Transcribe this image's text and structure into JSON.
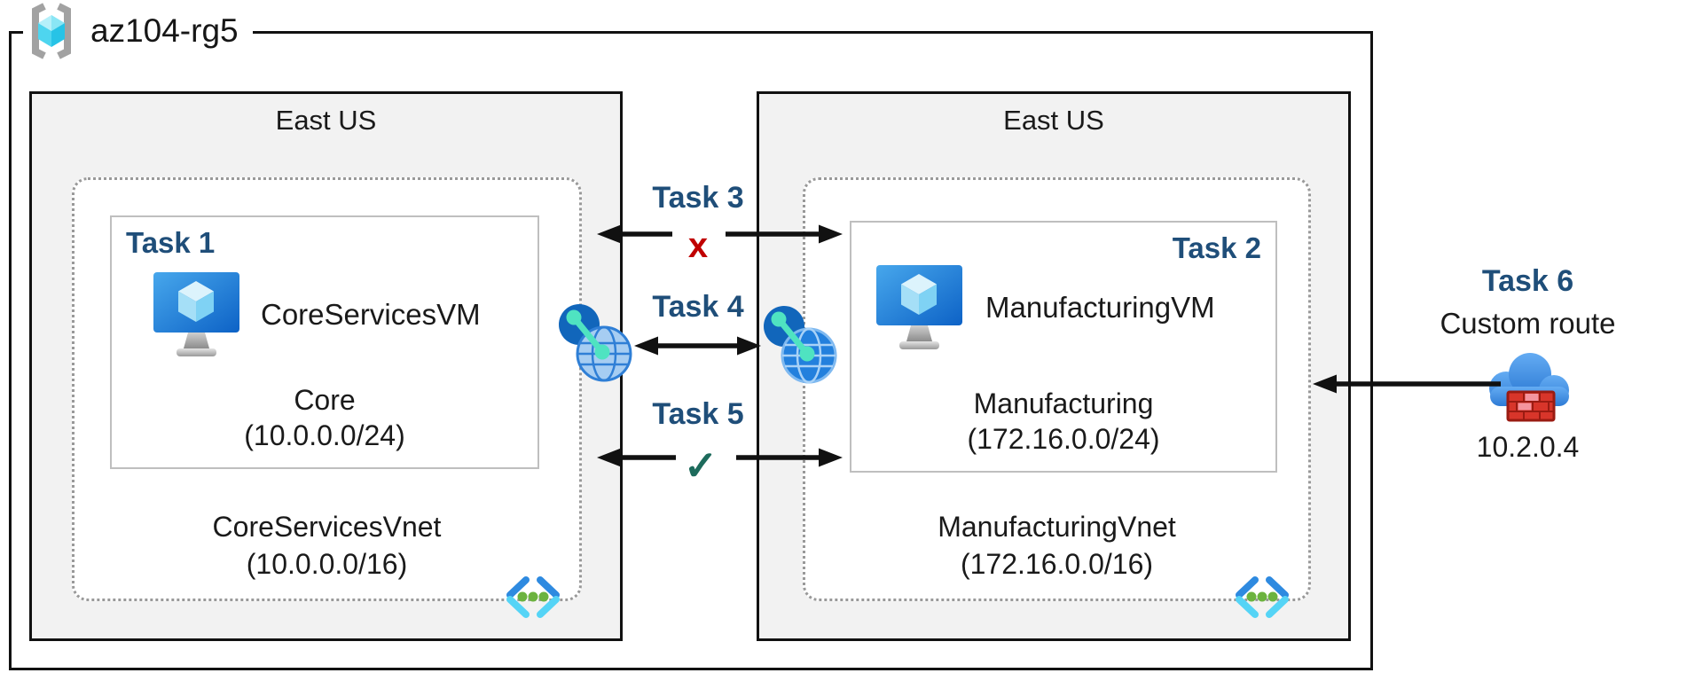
{
  "resource_group": {
    "label": "az104-rg5"
  },
  "regions": [
    {
      "title": "East US",
      "vnet": {
        "name": "CoreServicesVnet",
        "cidr": "(10.0.0.0/16)"
      },
      "subnet": {
        "task_label": "Task 1",
        "vm_name": "CoreServicesVM",
        "name": "Core",
        "cidr": "(10.0.0.0/24)"
      }
    },
    {
      "title": "East US",
      "vnet": {
        "name": "ManufacturingVnet",
        "cidr": "(172.16.0.0/16)"
      },
      "subnet": {
        "task_label": "Task 2",
        "vm_name": "ManufacturingVM",
        "name": "Manufacturing",
        "cidr": "(172.16.0.0/24)"
      }
    }
  ],
  "connections": {
    "task3": {
      "label": "Task 3",
      "status_mark": "x"
    },
    "task4": {
      "label": "Task 4"
    },
    "task5": {
      "label": "Task 5",
      "status_mark": "✓"
    }
  },
  "custom_route": {
    "label": "Task 6",
    "title": "Custom route",
    "ip": "10.2.0.4"
  },
  "icons": {
    "resource_group": "azure-resource-group-icon",
    "virtual_machine": "azure-virtual-machine-icon",
    "virtual_network": "azure-virtual-network-icon",
    "peering": "network-peering-globe-icon",
    "custom_route": "cloud-firewall-icon"
  },
  "colors": {
    "task_navy": "#1F4E79",
    "error_red": "#C00000",
    "success_green": "#1D6B5C",
    "region_fill": "#F2F2F2",
    "border_black": "#111111",
    "subnet_border": "#BFBFBF",
    "dotted_border": "#999999",
    "arrow_black": "#111111"
  }
}
